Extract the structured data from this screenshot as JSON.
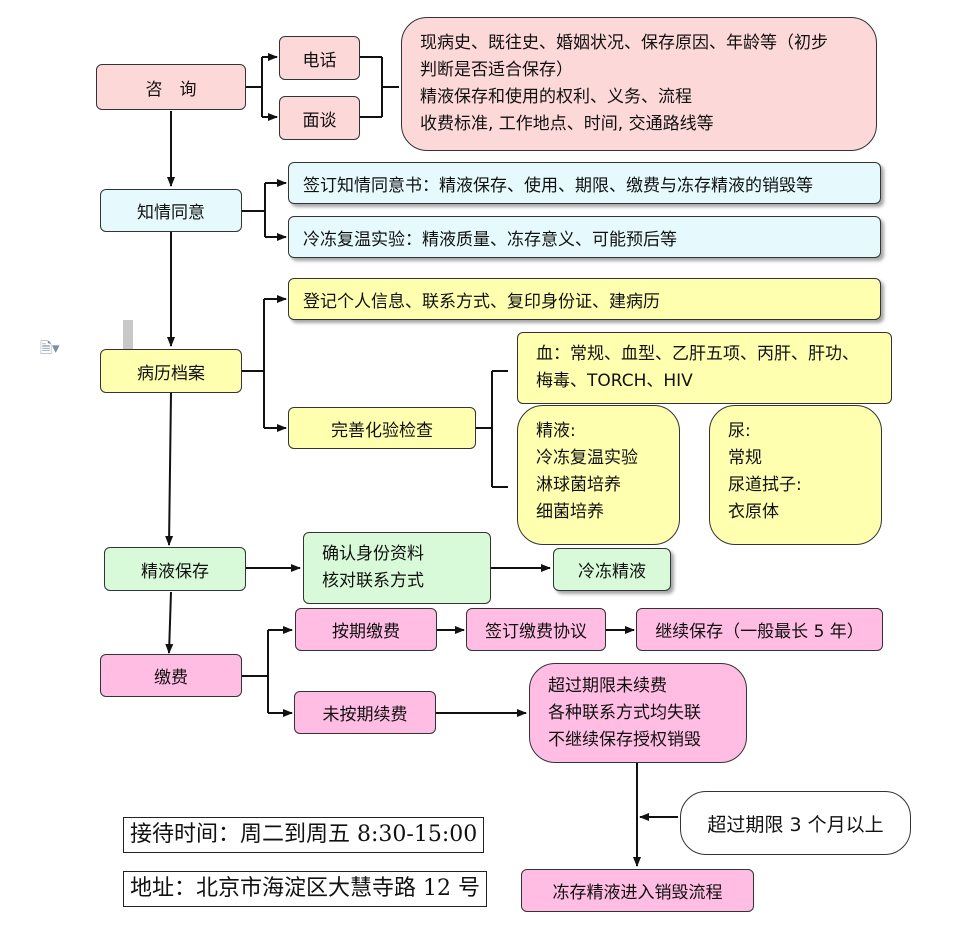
{
  "nodes": {
    "consult": "咨　询",
    "phone": "电话",
    "interview": "面谈",
    "consult_notes": [
      "现病史、既往史、婚姻状况、保存原因、年龄等（初步",
      "判断是否适合保存）",
      "精液保存和使用的权利、义务、流程",
      "收费标准, 工作地点、时间, 交通路线等"
    ],
    "informed_consent": "知情同意",
    "sign_consent": "签订知情同意书：精液保存、使用、期限、缴费与冻存精液的销毁等",
    "thaw_test": "冷冻复温实验：精液质量、冻存意义、可能预后等",
    "medical_record": "病历档案",
    "register_info": "登记个人信息、联系方式、复印身份证、建病历",
    "lab_tests": "完善化验检查",
    "blood_tests": [
      "血：常规、血型、乙肝五项、丙肝、肝功、",
      "梅毒、TORCH、HIV"
    ],
    "semen_tests": [
      "精液:",
      "冷冻复温实验",
      "淋球菌培养",
      "细菌培养"
    ],
    "urine_tests": [
      "尿:",
      "常规",
      "尿道拭子:",
      "衣原体"
    ],
    "semen_storage": "精液保存",
    "verify_identity": [
      "确认身份资料",
      "核对联系方式"
    ],
    "freeze_semen": "冷冻精液",
    "payment": "缴费",
    "pay_on_time": "按期缴费",
    "sign_payment_agreement": "签订缴费协议",
    "continue_storage": "继续保存（一般最长 5 年）",
    "unpaid_renewal": "未按期续费",
    "overdue_conditions": [
      "超过期限未续费",
      "各种联系方式均失联",
      "不继续保存授权销毁"
    ],
    "overdue_three_months": "超过期限 3 个月以上",
    "destruction_process": "冻存精液进入销毁流程"
  },
  "footer": {
    "hours": "接待时间：周二到周五 8:30-15:00",
    "address": "地址：北京市海淀区大慧寺路 12 号"
  },
  "colors": {
    "pink": "#fdd8d8",
    "cyan": "#e6fafd",
    "yellow": "#ffffb0",
    "green": "#d8fad8",
    "magenta": "#ffbde4"
  }
}
